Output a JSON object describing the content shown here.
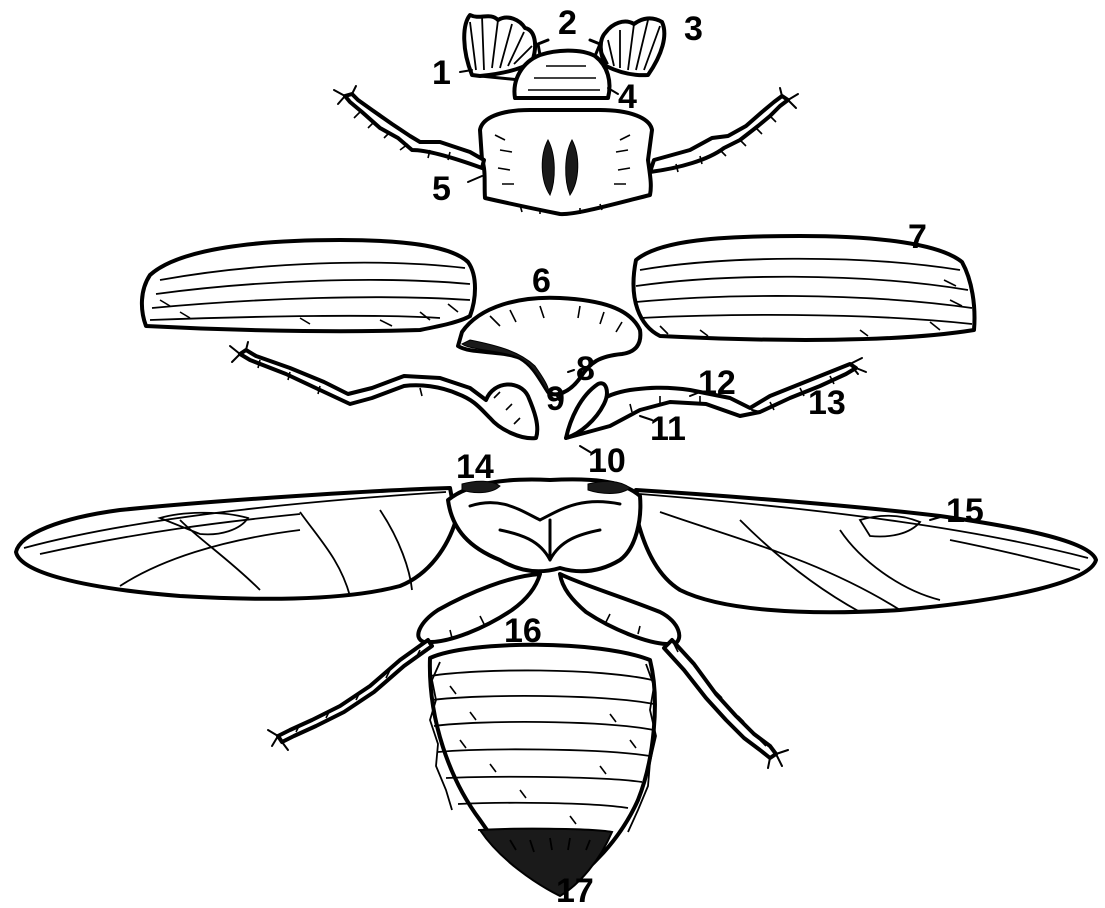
{
  "diagram": {
    "labels": [
      "1",
      "2",
      "3",
      "4",
      "5",
      "6",
      "7",
      "8",
      "9",
      "10",
      "11",
      "12",
      "13",
      "14",
      "15",
      "16",
      "17"
    ]
  }
}
